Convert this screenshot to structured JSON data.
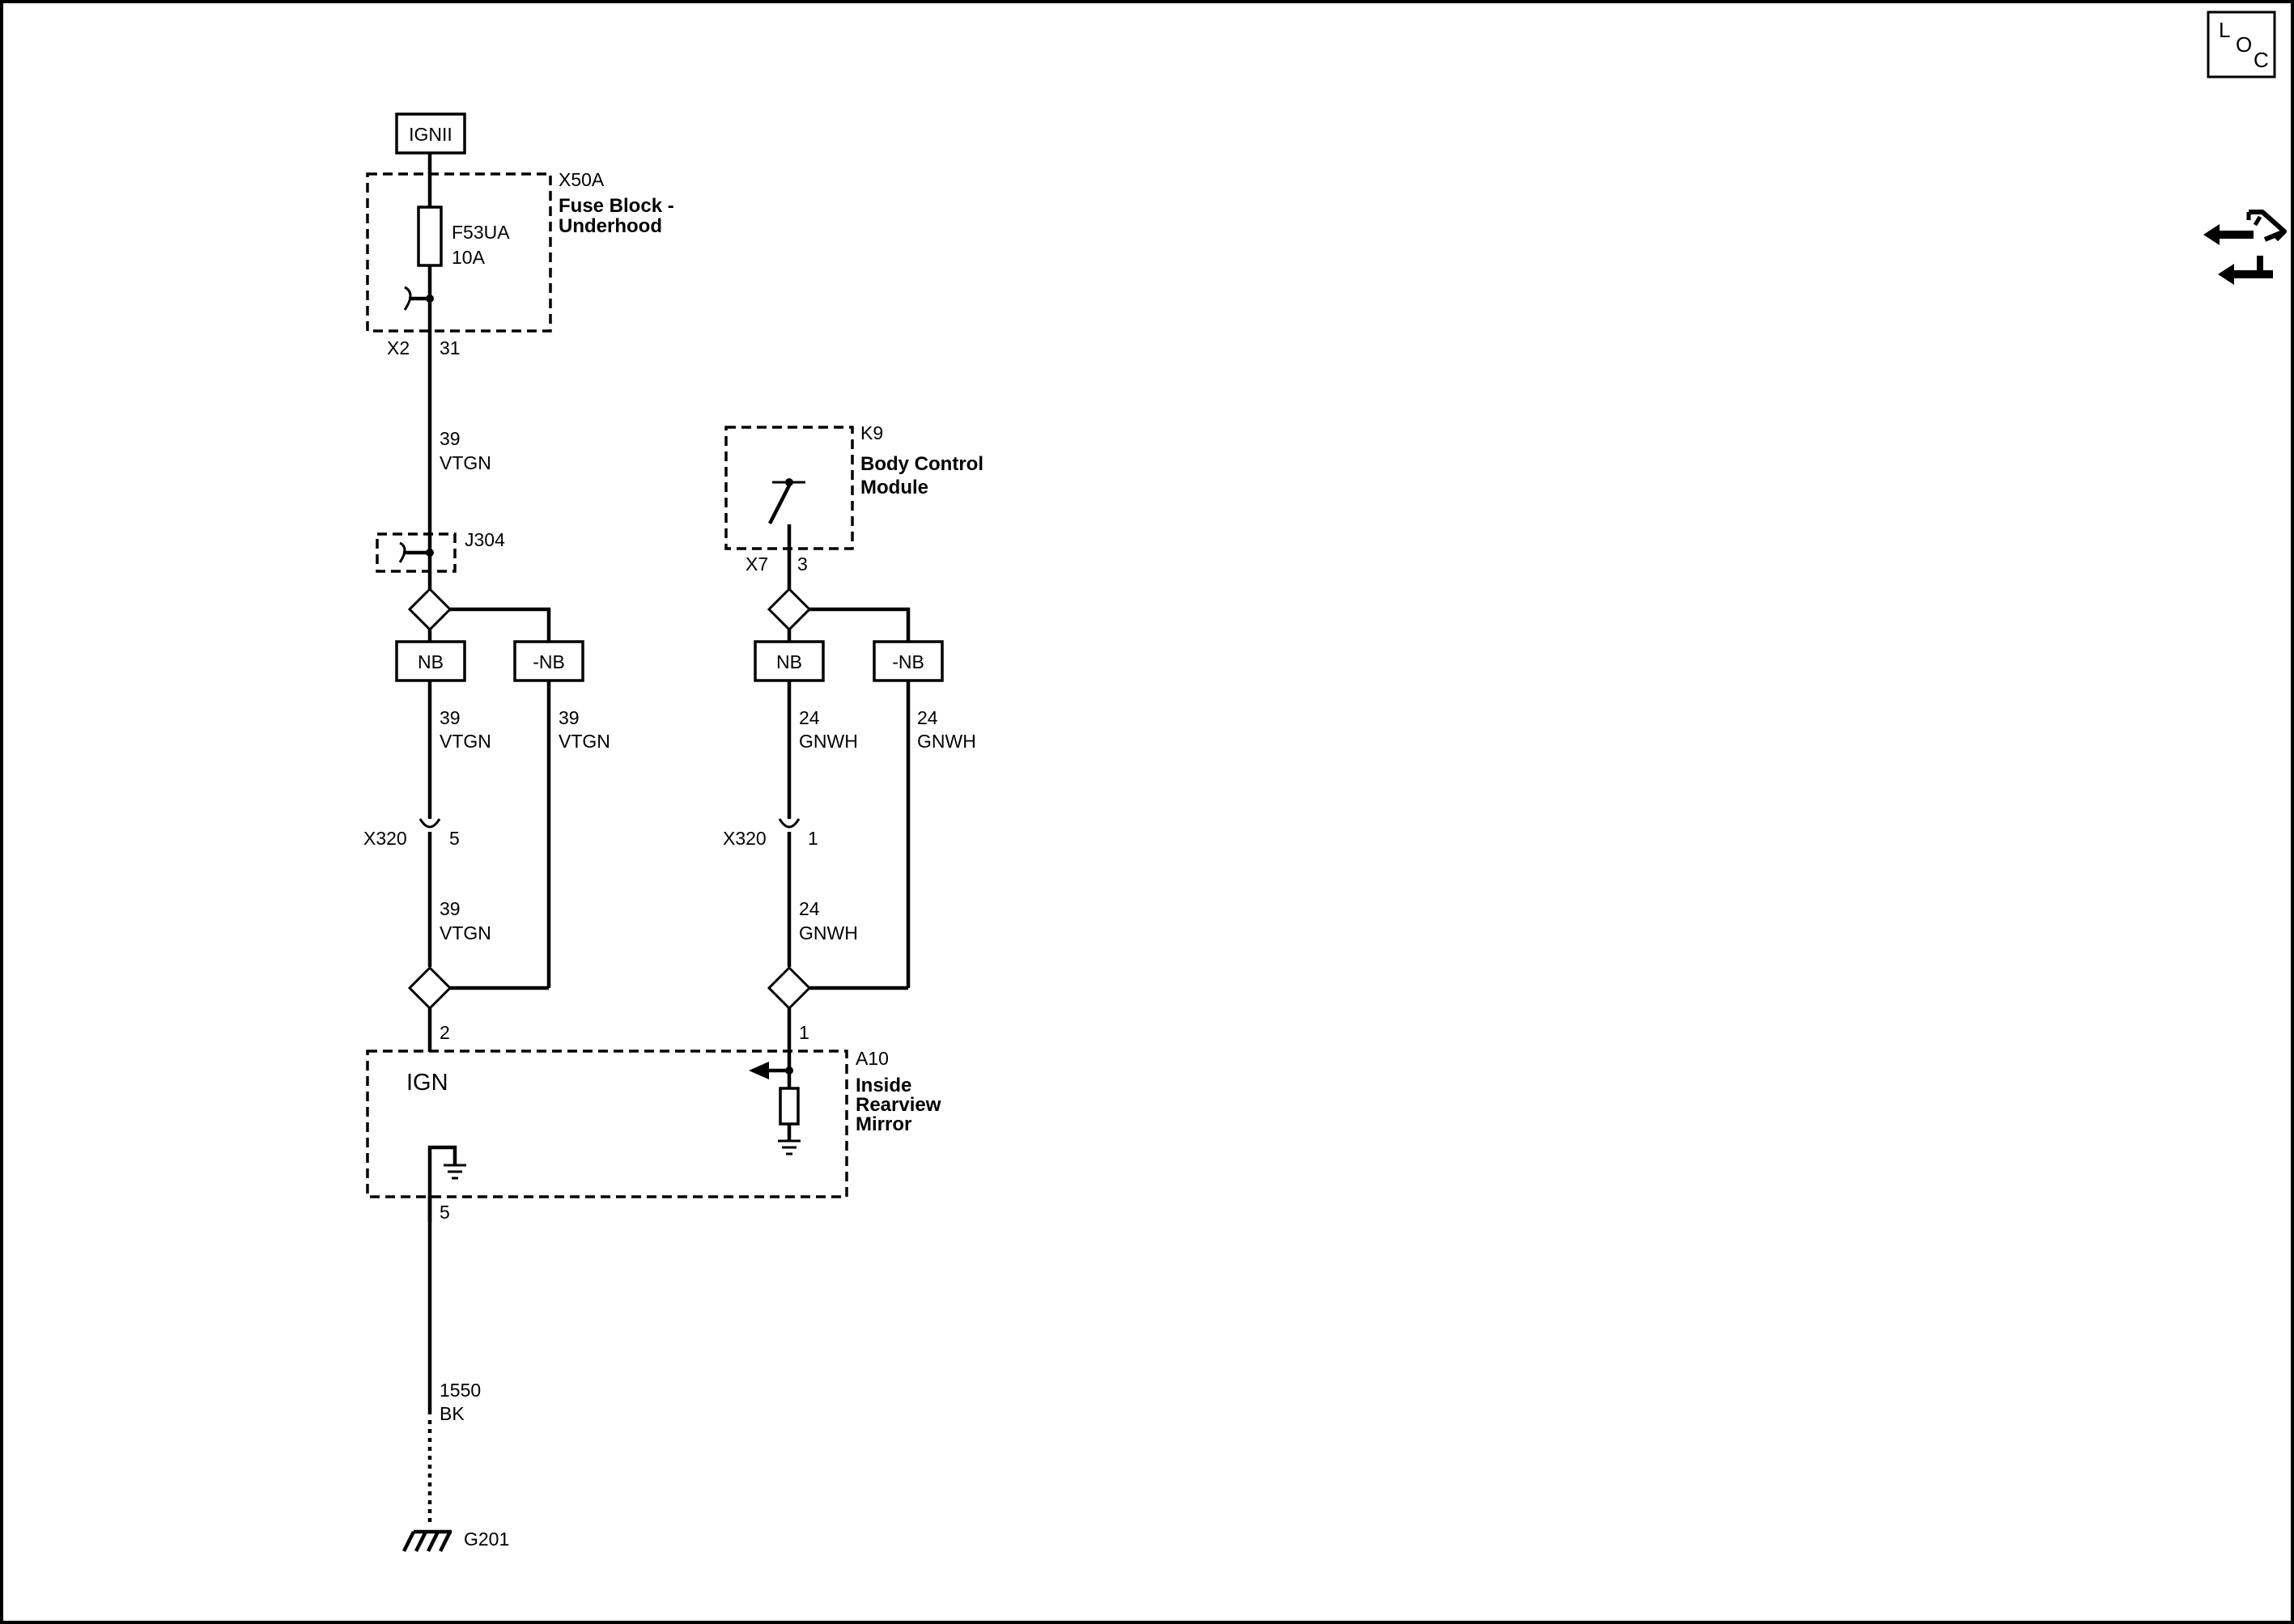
{
  "power_source": {
    "label": "IGNII"
  },
  "fuse_block": {
    "ref": "X50A",
    "name_line1": "Fuse Block -",
    "name_line2": "Underhood",
    "fuse_id": "F53UA",
    "fuse_rating": "10A",
    "connector": "X2",
    "pin": "31"
  },
  "splice": {
    "ref": "J304"
  },
  "bcm": {
    "ref": "K9",
    "name_line1": "Body Control",
    "name_line2": "Module",
    "connector": "X7",
    "pin": "3"
  },
  "option_labels": {
    "with": "NB",
    "without": "-NB"
  },
  "wires": {
    "vtgn_size": "39",
    "vtgn_color": "VTGN",
    "gnwh_size": "24",
    "gnwh_color": "GNWH",
    "bk_size": "1550",
    "bk_color": "BK"
  },
  "inline_connector": {
    "ref": "X320",
    "pin_left": "5",
    "pin_right": "1"
  },
  "mirror": {
    "ref": "A10",
    "name_line1": "Inside",
    "name_line2": "Rearview",
    "name_line3": "Mirror",
    "terminal_label": "IGN",
    "pin_ign": "2",
    "pin_signal": "1",
    "pin_ground": "5"
  },
  "ground": {
    "ref": "G201"
  },
  "corner_badge": {
    "l": "L",
    "o": "O",
    "c": "C"
  },
  "colors": {
    "line": "#000000",
    "background": "#ffffff"
  }
}
